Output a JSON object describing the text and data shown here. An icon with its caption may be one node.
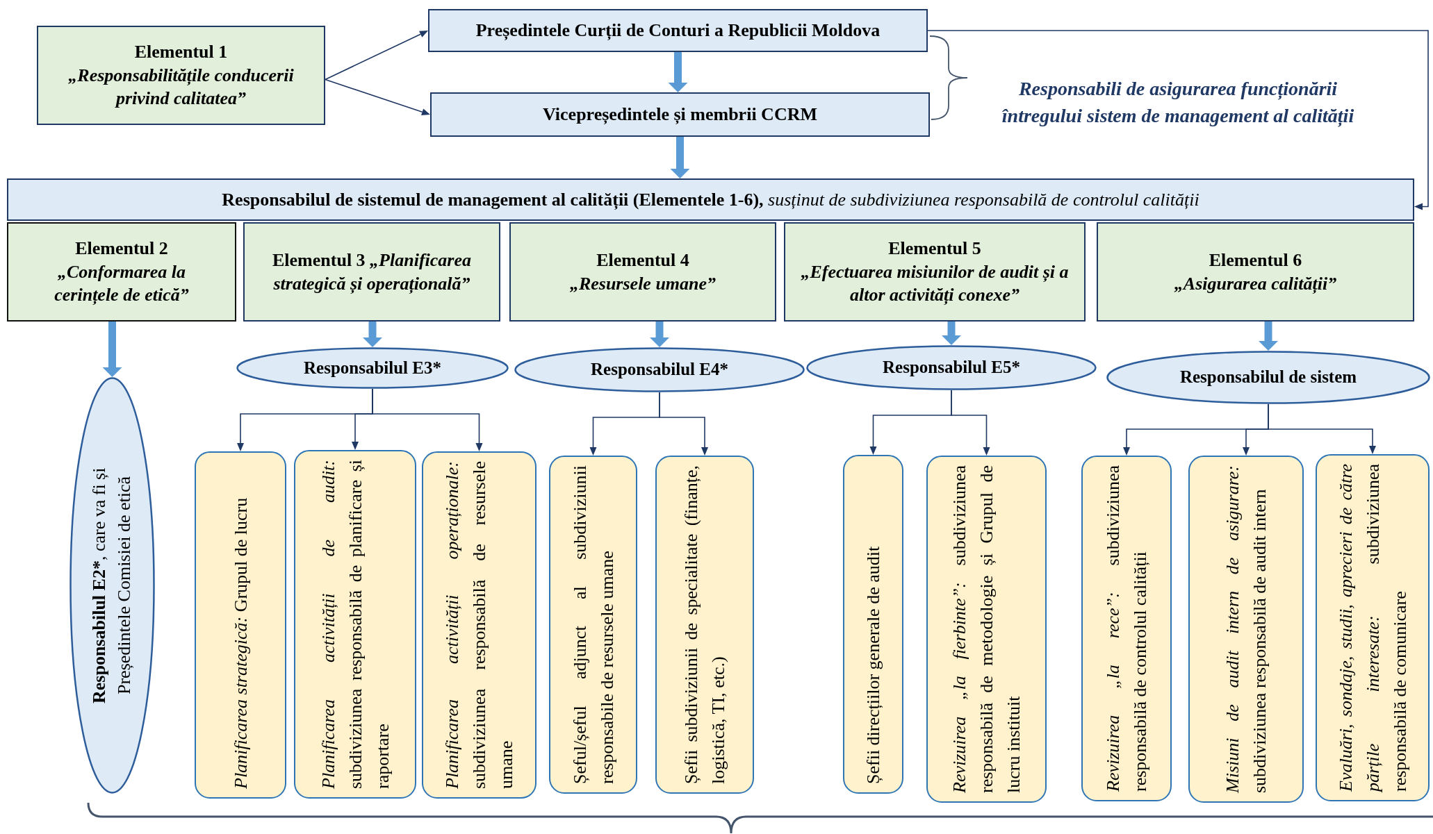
{
  "diagram": {
    "nodes": [
      {
        "text": [
          "Elementul 1",
          "„Responsabilitățile conducerii privind calitatea”"
        ]
      },
      {
        "text": [
          "Președintele Curții de Conturi a Republicii Moldova"
        ]
      },
      {
        "text": [
          "Vicepreședintele și membrii CCRM"
        ]
      },
      {
        "text": [
          "**Responsabilul de sistemul de management al calității (Elementele 1-6),** *susținut de subdiviziunea responsabilă de controlul calității*"
        ]
      },
      {
        "text": [
          "Elementul 2",
          "„Conformarea la cerințele de etică”"
        ]
      },
      {
        "text": [
          "Elementul 3 *„Planificarea strategică și operațională”*"
        ]
      },
      {
        "text": [
          "Elementul 4",
          "„Resursele umane”"
        ]
      },
      {
        "text": [
          "Elementul 5",
          "„Efectuarea misiunilor de audit și a altor activități conexe”"
        ]
      },
      {
        "text": [
          "Elementul 6",
          "„Asigurarea calității”"
        ]
      },
      {
        "text": [
          "Responsabilul E2*",
          ", care va fi și Președintele Comisiei de etică"
        ]
      },
      {
        "text": [
          "Responsabilul E3*"
        ]
      },
      {
        "text": [
          "Responsabilul E4*"
        ]
      },
      {
        "text": [
          "Responsabilul E5*"
        ]
      },
      {
        "text": [
          "Responsabilul de sistem"
        ]
      },
      {
        "text": [
          "*Planificarea strategică:* Grupul de lucru"
        ]
      },
      {
        "text": [
          "*Planificarea activității de audit:* subdiviziunea responsabilă de planificare și raportare"
        ]
      },
      {
        "text": [
          "*Planificarea activității operaționale:* subdiviziunea responsabilă de resursele umane"
        ]
      },
      {
        "text": [
          "Șeful/șeful adjunct al subdiviziunii responsabile de resursele umane"
        ]
      },
      {
        "text": [
          "Șefii subdiviziunii de specialitate (finanțe, logistică, TI, etc.)"
        ]
      },
      {
        "text": [
          "Șefii direcțiilor generale de audit"
        ]
      },
      {
        "text": [
          "*Revizuirea „la fierbinte”:* subdiviziunea responsabilă de metodologie și Grupul de lucru instituit"
        ]
      },
      {
        "text": [
          "*Revizuirea „la rece”:* subdiviziunea responsabilă de controlul calității"
        ]
      },
      {
        "text": [
          "*Misiuni de audit intern de asigurare:* subdiviziunea responsabilă de audit intern"
        ]
      },
      {
        "text": [
          "*Evaluări, sondaje, studii, aprecieri de către părțile interesate:* subdiviziunea responsabilă de comunicare"
        ]
      }
    ],
    "edges": [
      {
        "from": 0,
        "to": 1,
        "arrow": "to"
      },
      {
        "from": 0,
        "to": 2,
        "arrow": "to"
      },
      {
        "from": 1,
        "to": 2,
        "arrow": "to",
        "style": "thick",
        "color": "#5b9bd5"
      },
      {
        "from": 2,
        "to": 3,
        "arrow": "to",
        "style": "thick",
        "color": "#5b9bd5"
      },
      {
        "from": 1,
        "to": 3,
        "arrow": "to"
      },
      {
        "from": 4,
        "to": 9,
        "arrow": "to",
        "style": "thick",
        "color": "#5b9bd5"
      },
      {
        "from": 5,
        "to": 10,
        "arrow": "to",
        "style": "thick",
        "color": "#5b9bd5"
      },
      {
        "from": 6,
        "to": 11,
        "arrow": "to",
        "style": "thick",
        "color": "#5b9bd5"
      },
      {
        "from": 7,
        "to": 12,
        "arrow": "to",
        "style": "thick",
        "color": "#5b9bd5"
      },
      {
        "from": 8,
        "to": 13,
        "arrow": "to",
        "style": "thick",
        "color": "#5b9bd5"
      },
      {
        "from": 10,
        "to": 14,
        "arrow": "to"
      },
      {
        "from": 10,
        "to": 15,
        "arrow": "to"
      },
      {
        "from": 10,
        "to": 16,
        "arrow": "to"
      },
      {
        "from": 11,
        "to": 17,
        "arrow": "to"
      },
      {
        "from": 11,
        "to": 18,
        "arrow": "to"
      },
      {
        "from": 12,
        "to": 19,
        "arrow": "to"
      },
      {
        "from": 12,
        "to": 20,
        "arrow": "to"
      },
      {
        "from": 13,
        "to": 21,
        "arrow": "to"
      },
      {
        "from": 13,
        "to": 22,
        "arrow": "to"
      },
      {
        "from": 13,
        "to": 23,
        "arrow": "to"
      }
    ],
    "labels": [
      "Responsabili de asigurarea funcționării întregului sistem de management al calității"
    ]
  }
}
